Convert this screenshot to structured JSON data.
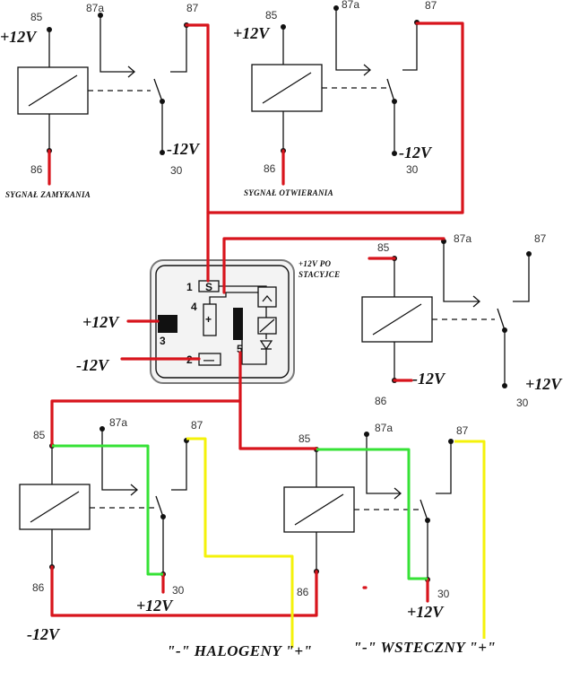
{
  "relays": {
    "top_left": {
      "pin85": "85",
      "pin86": "86",
      "pin87a": "87a",
      "pin87": "87",
      "pin30": "30",
      "supply": "+12V",
      "ground": "-12V",
      "signal": "SYGNAŁ ZAMYKANIA"
    },
    "top_right": {
      "pin85": "85",
      "pin86": "86",
      "pin87a": "87a",
      "pin87": "87",
      "pin30": "30",
      "supply": "+12V",
      "ground": "-12V",
      "signal": "SYGNAŁ OTWIERANIA"
    },
    "middle_right": {
      "pin85": "85",
      "pin86": "86",
      "pin87a": "87a",
      "pin87": "87",
      "pin30": "30",
      "supply": "+12V PO STACYJCE",
      "ground": "-12V",
      "out30": "+12V"
    },
    "bottom_left": {
      "pin85": "85",
      "pin86": "86",
      "pin87a": "87a",
      "pin87": "87",
      "pin30": "30",
      "out30": "+12V"
    },
    "bottom_right": {
      "pin85": "85",
      "pin86": "86",
      "pin87a": "87a",
      "pin87": "87",
      "pin30": "30",
      "out30": "+12V"
    }
  },
  "module": {
    "pins": {
      "p1": "1",
      "p2": "2",
      "p3": "3",
      "p4": "4",
      "p5": "5"
    },
    "marks": {
      "s": "S",
      "plus": "+",
      "minus": "—"
    },
    "supply": "+12V",
    "ground": "-12V"
  },
  "bottom": {
    "ground": "-12V"
  },
  "loads": {
    "halogeny": "\"-\" HALOGENY \"+\"",
    "wsteczny": "\"-\" WSTECZNY \"+\""
  },
  "colors": {
    "red": "#d8141c",
    "green": "#36e236",
    "yellow": "#f4f20a",
    "wire": "#111111"
  }
}
